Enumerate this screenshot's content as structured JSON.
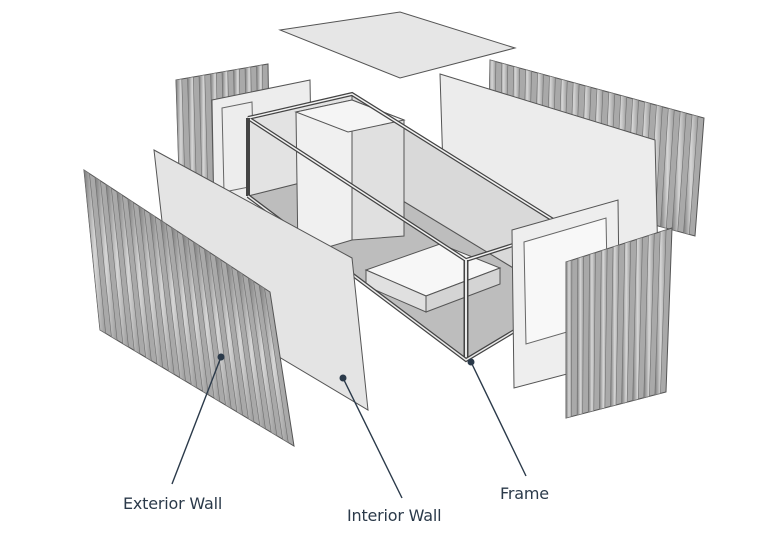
{
  "diagram": {
    "labels": {
      "exterior_wall": "Exterior Wall",
      "interior_wall": "Interior Wall",
      "frame": "Frame"
    },
    "colors": {
      "line": "#4a4a4a",
      "panel_fill": "#e2e2e2",
      "panel_light": "#ececec",
      "corrugation_dark": "#8e8e8e",
      "corrugation_light": "#d8d8d8",
      "floor": "#bdbdbd",
      "callout": "#2b3a4a"
    }
  }
}
